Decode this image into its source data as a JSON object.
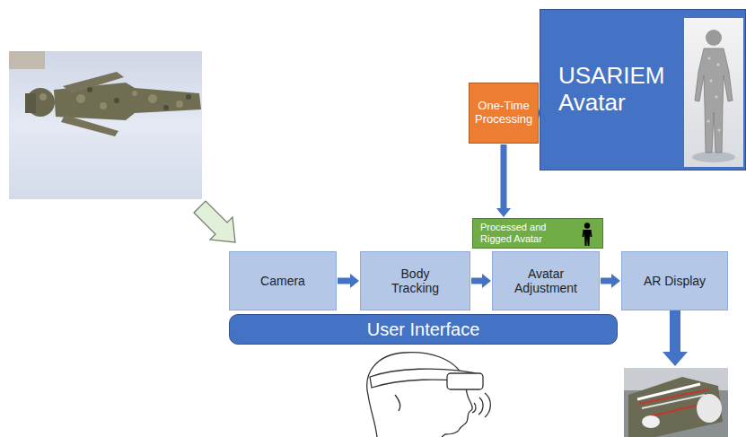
{
  "diagram": {
    "nodes": [
      {
        "text": [
          "USARIEM Avatar"
        ]
      },
      {
        "text": [
          "One-Time Processing"
        ]
      },
      {
        "text": [
          "Processed and Rigged Avatar"
        ]
      },
      {
        "text": [
          "Camera"
        ]
      },
      {
        "text": [
          "Body Tracking"
        ]
      },
      {
        "text": [
          "Avatar Adjustment"
        ]
      },
      {
        "text": [
          "AR Display"
        ]
      },
      {
        "text": [
          "User Interface"
        ]
      }
    ],
    "edges": [
      {
        "from": 0,
        "to": 1,
        "arrow": "to"
      },
      {
        "from": 1,
        "to": 2,
        "arrow": "to"
      },
      {
        "from": 3,
        "to": 4,
        "arrow": "to"
      },
      {
        "from": 4,
        "to": 5,
        "arrow": "to"
      },
      {
        "from": 5,
        "to": 6,
        "arrow": "to"
      }
    ]
  }
}
